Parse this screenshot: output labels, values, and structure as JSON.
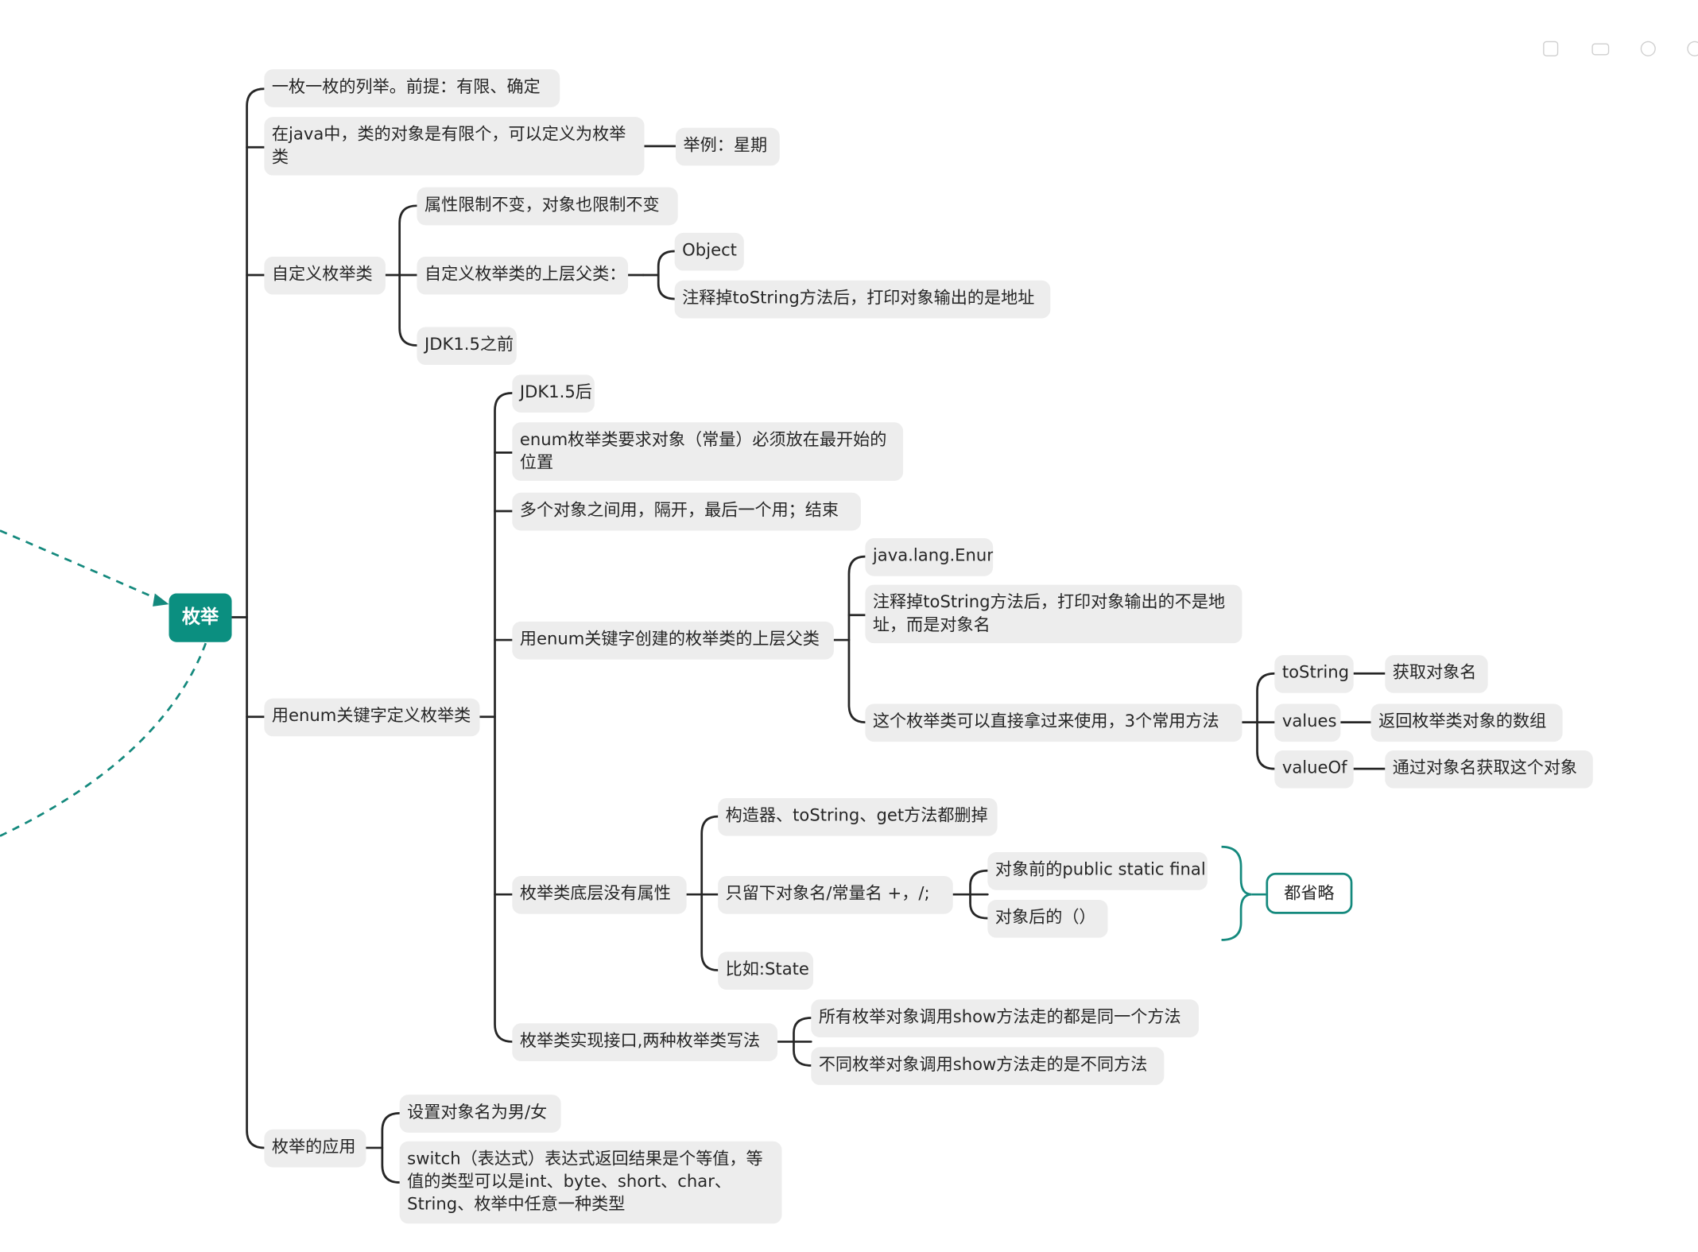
{
  "root": {
    "label": "枚举"
  },
  "nodes": {
    "n1": "一枚一枚的列举。前提：有限、确定",
    "n2": "在java中，类的对象是有限个，可以定义为枚举类",
    "n2a": "举例：星期",
    "n3": "自定义枚举类",
    "n3a": "属性限制不变，对象也限制不变",
    "n3b": "自定义枚举类的上层父类：",
    "n3b1": "Object",
    "n3b2": "注释掉toString方法后，打印对象输出的是地址",
    "n3c": "JDK1.5之前",
    "n4": "用enum关键字定义枚举类",
    "n4a": "JDK1.5后",
    "n4b": "enum枚举类要求对象（常量）必须放在最开始的位置",
    "n4c": "多个对象之间用，隔开，最后一个用；结束",
    "n4d": "用enum关键字创建的枚举类的上层父类",
    "n4d1": "java.lang.Enum",
    "n4d2": "注释掉toString方法后，打印对象输出的不是地址，而是对象名",
    "n4d3": "这个枚举类可以直接拿过来使用，3个常用方法",
    "m1": "toString",
    "m1a": "获取对象名",
    "m2": "values",
    "m2a": "返回枚举类对象的数组",
    "m3": "valueOf",
    "m3a": "通过对象名获取这个对象",
    "n4e": "枚举类底层没有属性",
    "n4e1": "构造器、toString、get方法都删掉",
    "n4e2": "只留下对象名/常量名 +，/;",
    "n4e2a": "对象前的public static final",
    "n4e2b": "对象后的（）",
    "n4e3": "比如:State",
    "n4f": "枚举类实现接口,两种枚举类写法",
    "n4f1": "所有枚举对象调用show方法走的都是同一个方法",
    "n4f2": "不同枚举对象调用show方法走的是不同方法",
    "n5": "枚举的应用",
    "n5a": "设置对象名为男/女",
    "n5b": "switch（表达式）表达式返回结果是个等值，等值的类型可以是int、byte、short、char、String、枚举中任意一种类型"
  },
  "summary": {
    "label": "都省略"
  },
  "colors": {
    "accent": "#0b8f80",
    "line": "#262626",
    "node_bg": "#ededed",
    "dashed_link": "#14897d"
  },
  "toolbar": {
    "icons": [
      "exit-icon",
      "keyboard-icon",
      "history-icon",
      "theme-icon"
    ]
  }
}
